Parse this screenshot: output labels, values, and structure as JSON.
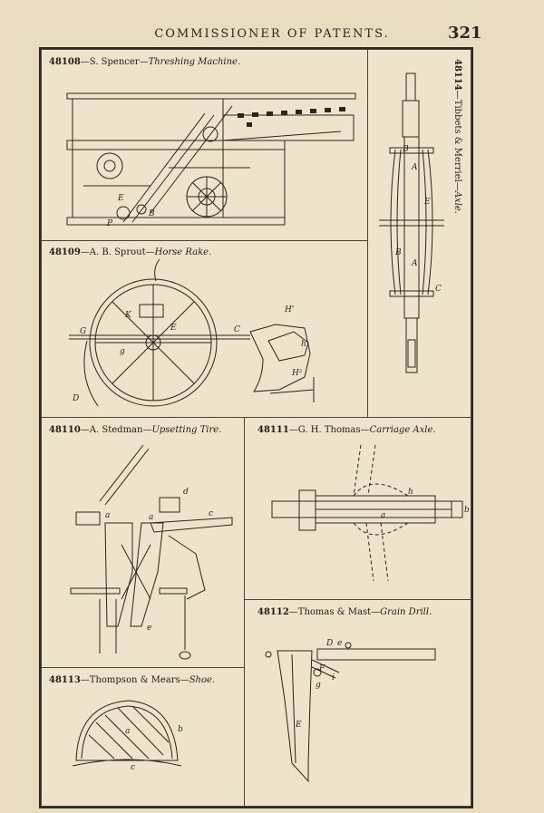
{
  "header": {
    "title": "COMMISSIONER OF PATENTS.",
    "page_number": "321"
  },
  "panels": [
    {
      "number": "48108",
      "inventor": "S. Spencer",
      "title": "Threshing Machine."
    },
    {
      "number": "48109",
      "inventor": "A. B. Sprout",
      "title": "Horse Rake."
    },
    {
      "number": "48110",
      "inventor": "A. Stedman",
      "title": "Upsetting Tire."
    },
    {
      "number": "48111",
      "inventor": "G. H. Thomas",
      "title": "Carriage Axle."
    },
    {
      "number": "48112",
      "inventor": "Thomas & Mast",
      "title": "Grain Drill."
    },
    {
      "number": "48113",
      "inventor": "Thompson & Mears",
      "title": "Shoe."
    },
    {
      "number": "48114",
      "inventor": "Tibbets & Merriel",
      "title": "Axle."
    }
  ],
  "figure_labels": {
    "threshing": [
      "B",
      "P",
      "E"
    ],
    "rake": [
      "K",
      "E",
      "G",
      "C",
      "D",
      "g",
      "H'",
      "h",
      "H²"
    ],
    "tire": [
      "d",
      "a",
      "a",
      "c",
      "e"
    ],
    "carriage_axle": [
      "h",
      "a",
      "b"
    ],
    "grain_drill": [
      "D",
      "e",
      "F",
      "i",
      "g",
      "E"
    ],
    "shoe": [
      "a",
      "b",
      "c"
    ],
    "axle": [
      "B",
      "A",
      "E",
      "B",
      "A",
      "C"
    ]
  }
}
